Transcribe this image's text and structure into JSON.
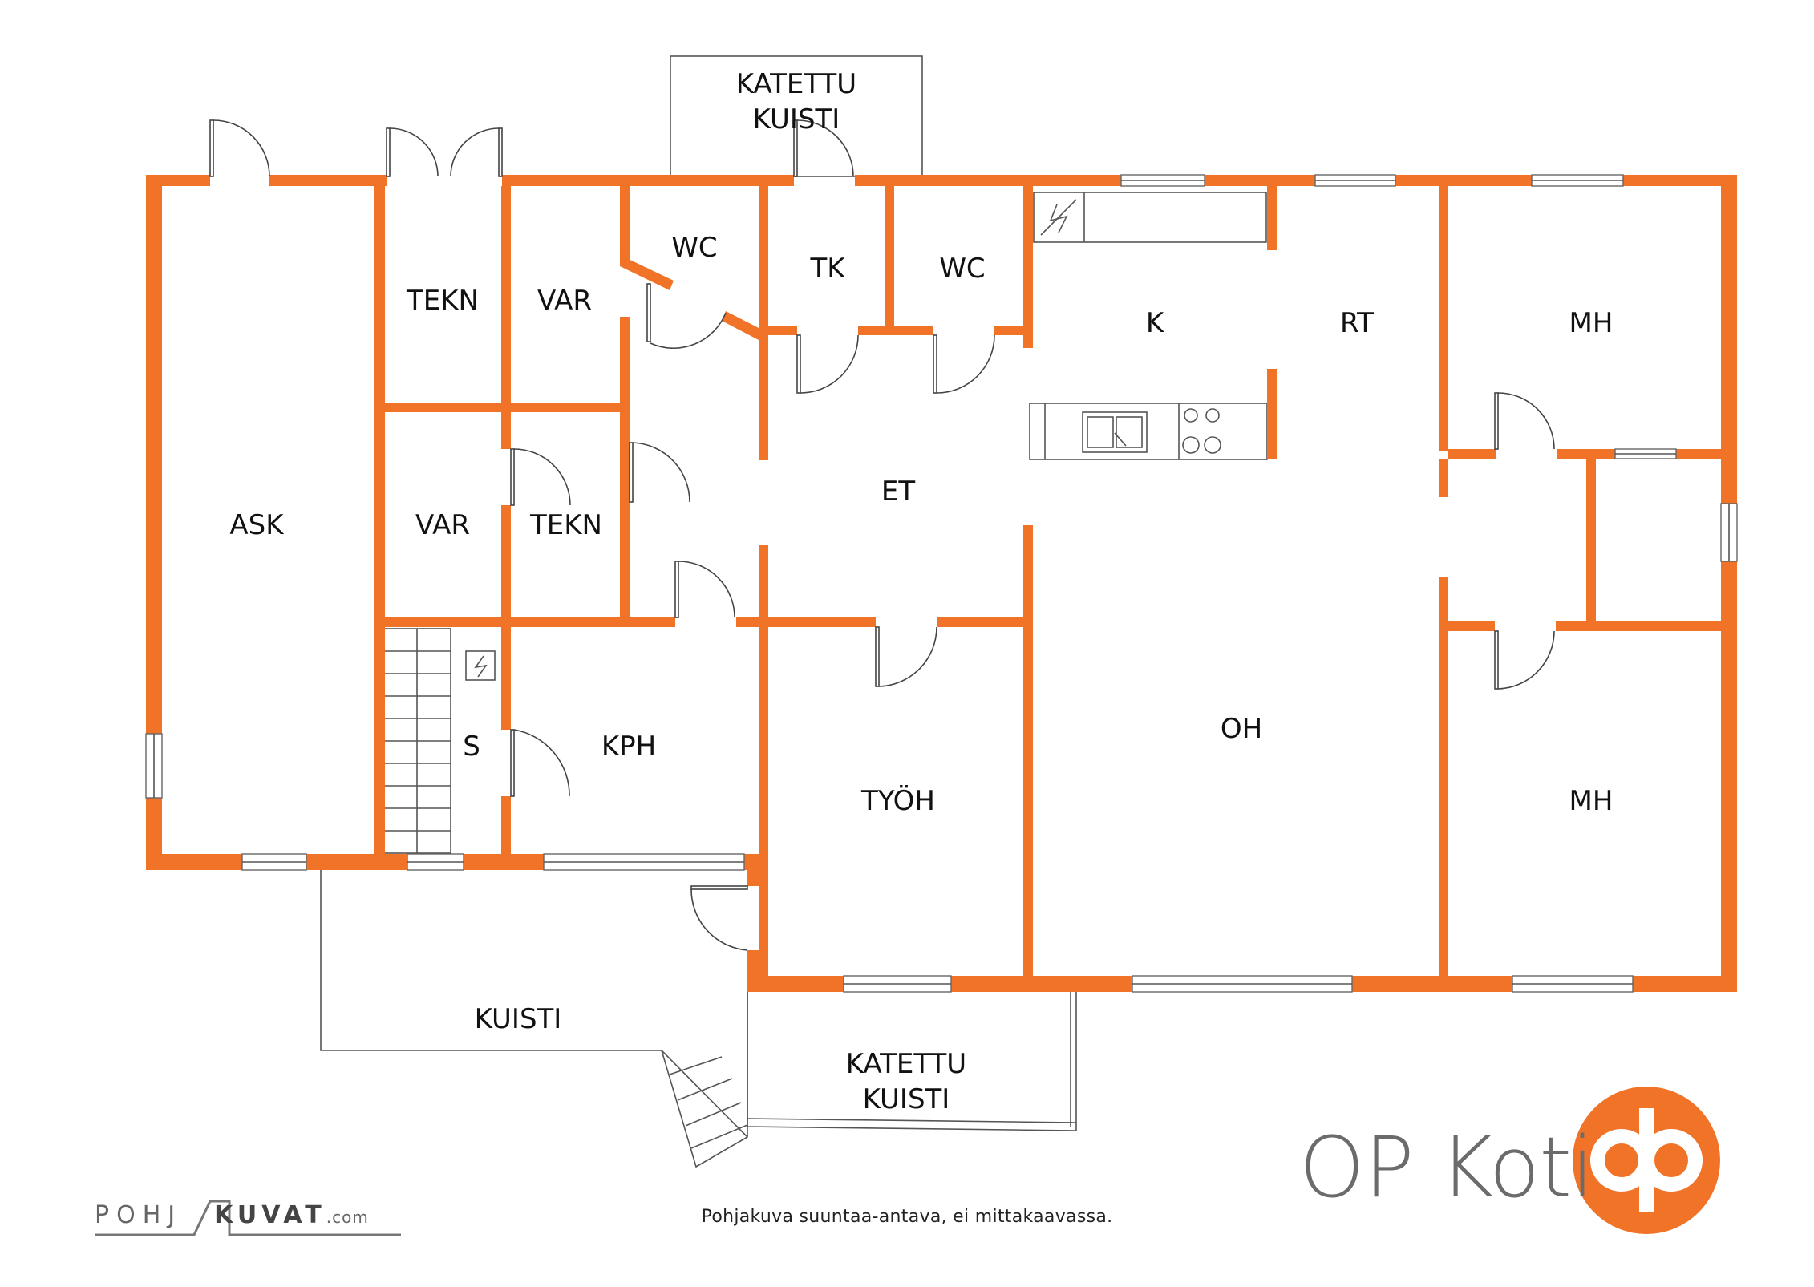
{
  "colors": {
    "wall": "#f07328",
    "logo": "#f07328"
  },
  "rooms": {
    "katettu_kuisti_top": [
      "KATETTU",
      "KUISTI"
    ],
    "ask": "ASK",
    "tekn_1": "TEKN",
    "var_1": "VAR",
    "wc_1": "WC",
    "tk": "TK",
    "wc_2": "WC",
    "k": "K",
    "rt": "RT",
    "mh_1": "MH",
    "var_2": "VAR",
    "tekn_2": "TEKN",
    "et": "ET",
    "s": "S",
    "kph": "KPH",
    "oh": "OH",
    "tyoh": "TYÖH",
    "mh_2": "MH",
    "kuisti": "KUISTI",
    "katettu_kuisti_bottom": [
      "KATETTU",
      "KUISTI"
    ]
  },
  "footer": {
    "disclaimer": "Pohjakuva suuntaa-antava, ei mittakaavassa.",
    "brand": "OP Koti",
    "logo_icon": "op-logo-icon",
    "watermark": {
      "part1": "POHJ",
      "part2": "KUVAT",
      "part3": ".com"
    }
  }
}
